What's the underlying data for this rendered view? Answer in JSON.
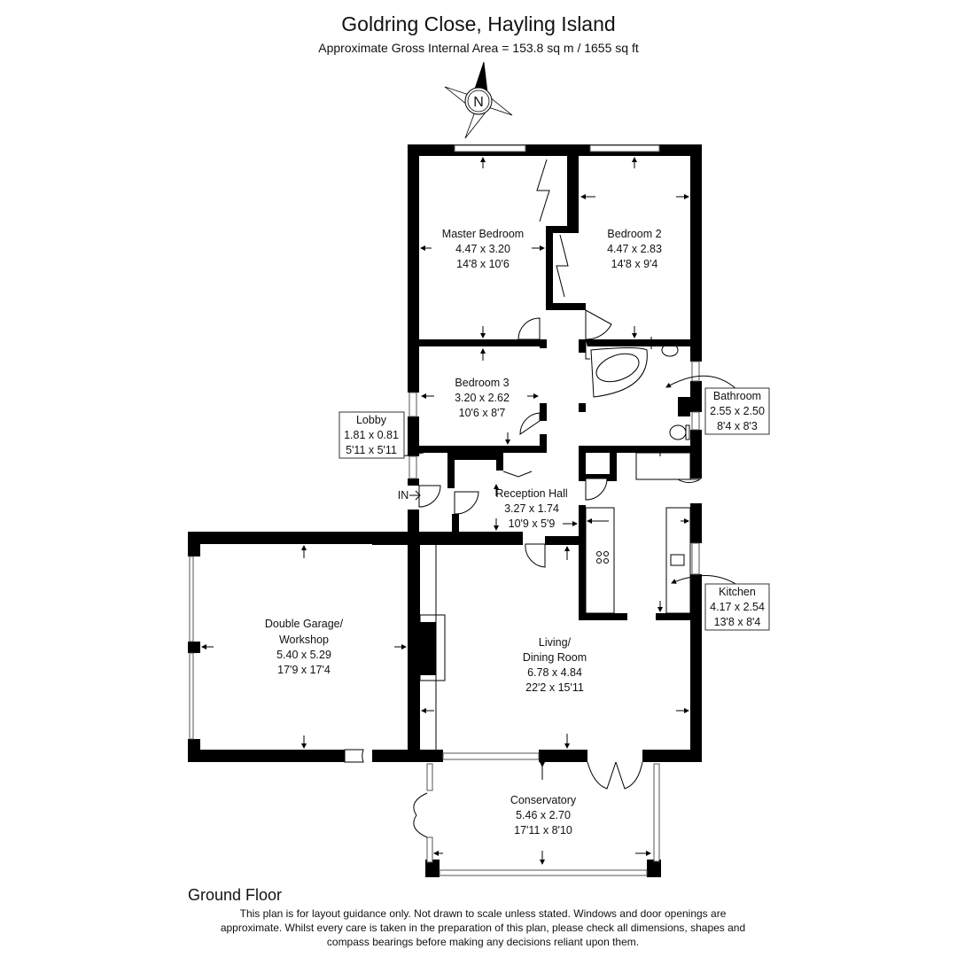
{
  "header": {
    "title": "Goldring Close, Hayling Island",
    "subtitle": "Approximate Gross Internal Area = 153.8 sq m / 1655 sq ft"
  },
  "compass": {
    "icon": "north-compass-icon",
    "label": "N"
  },
  "entrance": {
    "label": "IN",
    "icon": "arrow-right-icon"
  },
  "rooms": {
    "master_bedroom": {
      "name": "Master Bedroom",
      "metric": "4.47 x 3.20",
      "imperial": "14'8 x 10'6"
    },
    "bedroom_2": {
      "name": "Bedroom 2",
      "metric": "4.47 x 2.83",
      "imperial": "14'8 x 9'4"
    },
    "bedroom_3": {
      "name": "Bedroom 3",
      "metric": "3.20 x 2.62",
      "imperial": "10'6 x 8'7"
    },
    "lobby": {
      "name": "Lobby",
      "metric": "1.81 x 0.81",
      "imperial": "5'11 x 5'11"
    },
    "bathroom": {
      "name": "Bathroom",
      "metric": "2.55 x 2.50",
      "imperial": "8'4 x 8'3"
    },
    "reception_hall": {
      "name": "Reception Hall",
      "metric": "3.27 x 1.74",
      "imperial": "10'9 x 5'9"
    },
    "kitchen": {
      "name": "Kitchen",
      "metric": "4.17 x 2.54",
      "imperial": "13'8 x 8'4"
    },
    "garage": {
      "name_line1": "Double Garage/",
      "name_line2": "Workshop",
      "metric": "5.40 x 5.29",
      "imperial": "17'9 x 17'4"
    },
    "living": {
      "name_line1": "Living/",
      "name_line2": "Dining Room",
      "metric": "6.78 x 4.84",
      "imperial": "22'2 x 15'11"
    },
    "conservatory": {
      "name": "Conservatory",
      "metric": "5.46 x 2.70",
      "imperial": "17'11 x 8'10"
    }
  },
  "footer": {
    "floor_label": "Ground Floor",
    "disclaimer": "This plan is for layout guidance only. Not drawn to scale unless stated. Windows and door openings are approximate. Whilst every care is taken in the preparation of this plan, please check all dimensions, shapes and compass bearings before making any decisions reliant upon them."
  }
}
